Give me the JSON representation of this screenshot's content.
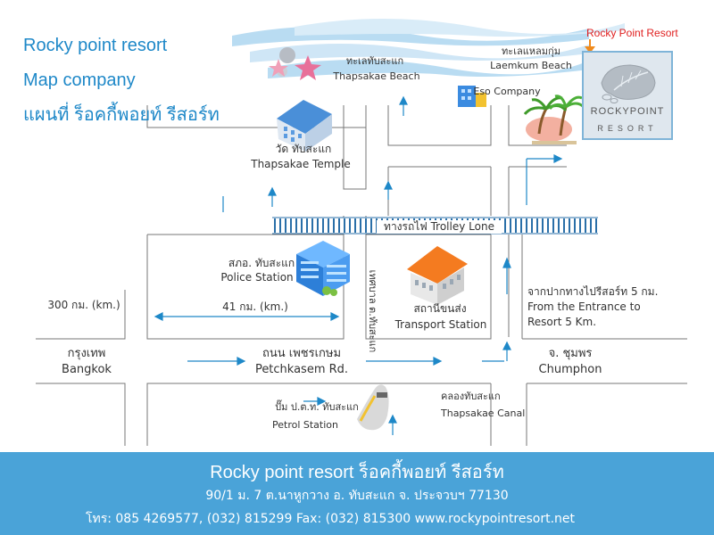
{
  "titles": {
    "line1": "Rocky point resort",
    "line2": "Map company",
    "line3": "แผนที่ ร็อคกี้พอยท์ รีสอร์ท"
  },
  "top_label": "Rocky Point Resort",
  "logo": {
    "name": "ROCKYPOINT",
    "sub": "RESORT"
  },
  "places": {
    "thapsakae_beach_th": "ทะเลทับสะแก",
    "thapsakae_beach_en": "Thapsakae Beach",
    "laemkum_beach_th": "ทะเลแหลมกุ่ม",
    "laemkum_beach_en": "Laemkum Beach",
    "eso_company": "Eso Company",
    "temple_th": "วัด ทับสะแก",
    "temple_en": "Thapsakae Temple",
    "trolley": "ทางรถไฟ Trolley Lone",
    "police_th": "สภอ. ทับสะแก",
    "police_en": "Police Station",
    "transport_th": "สถานีขนส่ง",
    "transport_en": "Transport Station",
    "km300": "300 กม. (km.)",
    "km41": "41 กม. (km.)",
    "thapsakae_town_th": "เทศบาล ต.ทับสะแก",
    "entrance_th": "จากปากทางไปรีสอร์ท 5 กม.",
    "entrance_en1": "From the Entrance to",
    "entrance_en2": "Resort 5 Km.",
    "bangkok_th": "กรุงเทพ",
    "bangkok_en": "Bangkok",
    "road_th": "ถนน เพชรเกษม",
    "road_en": "Petchkasem Rd.",
    "chumphon_th": "จ. ชุมพร",
    "chumphon_en": "Chumphon",
    "canal_th": "คลองทับสะแก",
    "canal_en": "Thapsakae Canal",
    "petrol_th": "ปั๊ม ป.ต.ท. ทับสะแก",
    "petrol_en": "Petrol Station"
  },
  "footer": {
    "line1": "Rocky point resort ร็อคกี้พอยท์ รีสอร์ท",
    "line2": "90/1 ม. 7 ต.นาหูกวาง อ. ทับสะแก จ. ประจวบฯ 77130",
    "line3": "โทร: 085 4269577, (032) 815299 Fax: (032) 815300   www.rockypointresort.net"
  },
  "icons": {
    "starfish": "starfish-icon",
    "building": "building-icon",
    "palm": "palm-tree-icon",
    "fuel": "fuel-pump-icon",
    "cocktail": "cocktail-icon"
  },
  "colors": {
    "accent": "#1e88c8",
    "footer": "#4aa3d8",
    "marker": "#f08a1c",
    "resort_label": "#e02020"
  }
}
